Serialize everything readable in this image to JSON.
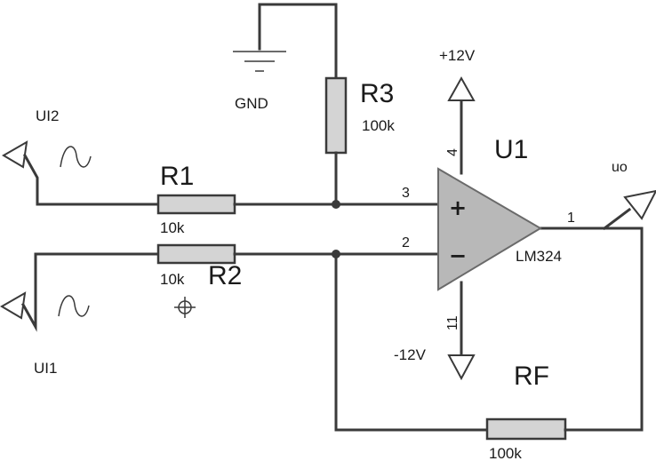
{
  "components": {
    "r1": {
      "name": "R1",
      "value": "10k"
    },
    "r2": {
      "name": "R2",
      "value": "10k"
    },
    "r3": {
      "name": "R3",
      "value": "100k"
    },
    "rf": {
      "name": "RF",
      "value": "100k"
    },
    "u1": {
      "name": "U1",
      "part": "LM324"
    }
  },
  "sources": {
    "ui1": "UI1",
    "ui2": "UI2"
  },
  "ground": "GND",
  "power": {
    "positive": "+12V",
    "negative": "-12V"
  },
  "output": "uo",
  "pins": {
    "non_inverting": "3",
    "inverting": "2",
    "output": "1",
    "vplus": "4",
    "vminus": "11"
  },
  "opamp_signs": {
    "plus": "+",
    "minus": "−"
  }
}
